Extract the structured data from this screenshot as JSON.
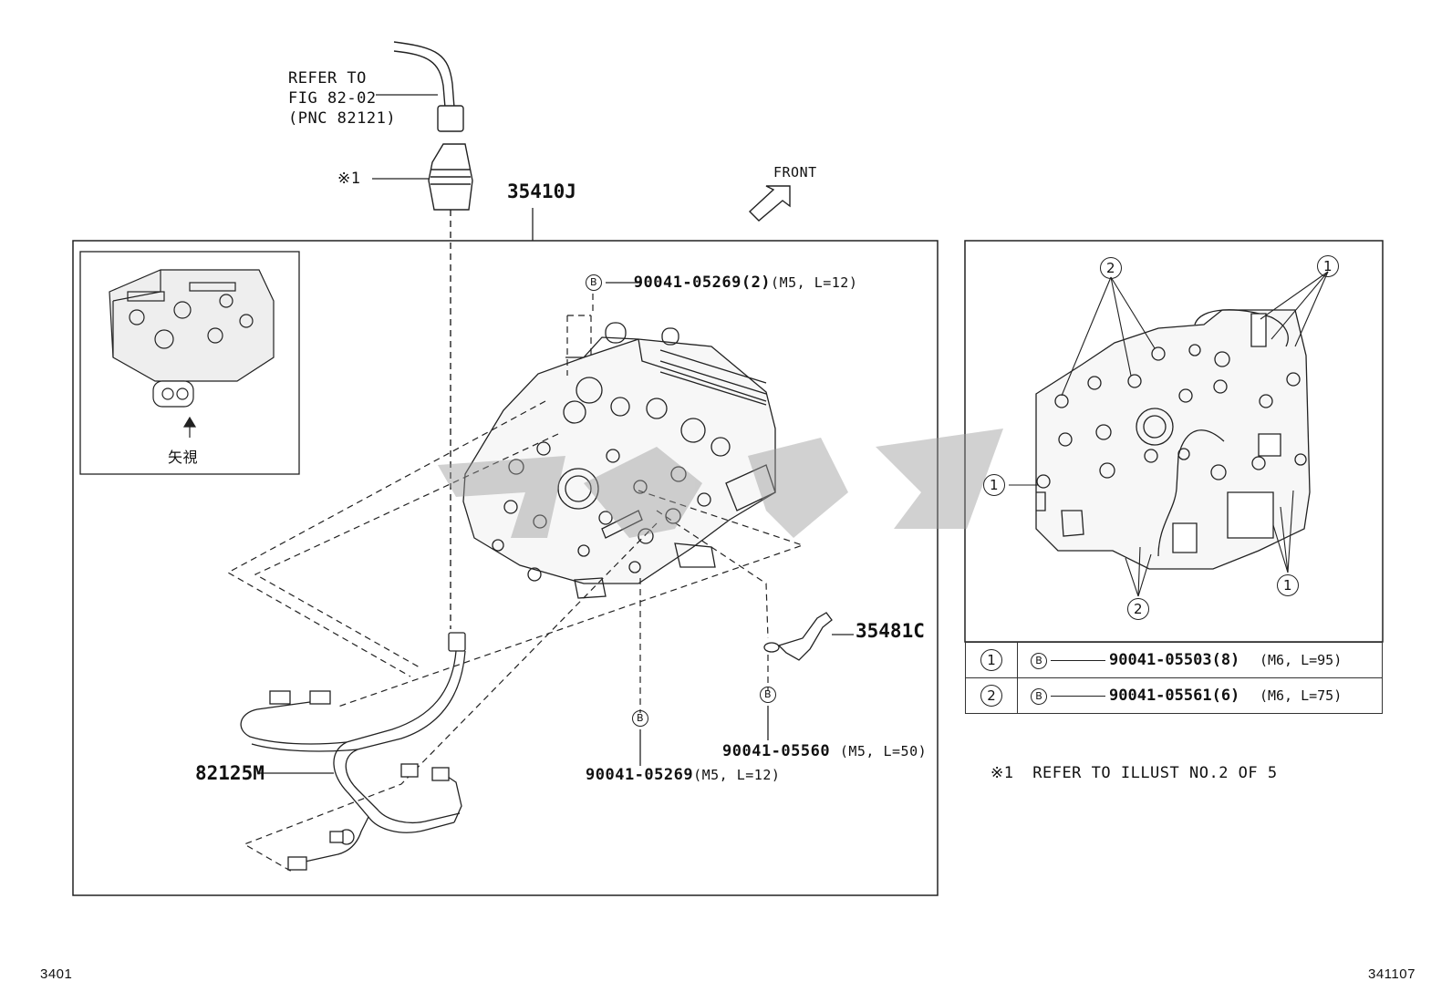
{
  "refer_fig": {
    "line1": "REFER TO",
    "line2": "FIG 82-02",
    "line3": "(PNC 82121)"
  },
  "note_mark": "※1",
  "front_label": "FRONT",
  "main_part": "35410J",
  "inset_view_label": "矢視",
  "callouts": {
    "bolt_top": {
      "letter": "B",
      "part": "90041-05269(2)",
      "spec": "(M5, L=12)"
    },
    "bolt_bottom": {
      "letter": "B",
      "part": "90041-05269",
      "spec": "(M5, L=12)"
    },
    "bolt_right": {
      "letter": "B",
      "part": "90041-05560",
      "spec": "(M5, L=50)"
    },
    "sensor": "35481C",
    "harness": "82125M"
  },
  "detail_markers": {
    "one": "1",
    "two": "2"
  },
  "bolt_table": [
    {
      "key": "1",
      "letter": "B",
      "part": "90041-05503(8)",
      "spec": "(M6, L=95)"
    },
    {
      "key": "2",
      "letter": "B",
      "part": "90041-05561(6)",
      "spec": "(M6, L=75)"
    }
  ],
  "footnote": {
    "mark": "※1",
    "text": "REFER TO ILLUST NO.2 OF 5"
  },
  "page_code_left": "3401",
  "page_code_right": "341107"
}
